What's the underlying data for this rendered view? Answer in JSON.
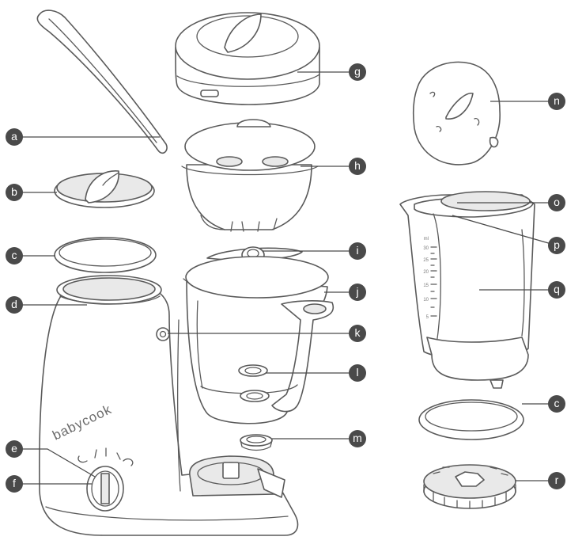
{
  "brand": {
    "wordmark": "babycook"
  },
  "jug_scale": {
    "unit": "ml",
    "marks": [
      "30",
      "25",
      "20",
      "15",
      "10",
      "5"
    ]
  },
  "callouts": {
    "a": "a",
    "b": "b",
    "c": "c",
    "d": "d",
    "e": "e",
    "f": "f",
    "g": "g",
    "h": "h",
    "i": "i",
    "j": "j",
    "k": "k",
    "l": "l",
    "m": "m",
    "n": "n",
    "o": "o",
    "p": "p",
    "q": "q",
    "c2": "c",
    "r": "r"
  },
  "colors": {
    "line": "#5a5a5a",
    "callout": "#4a4a4a",
    "fill_light": "#e9e9e9"
  }
}
